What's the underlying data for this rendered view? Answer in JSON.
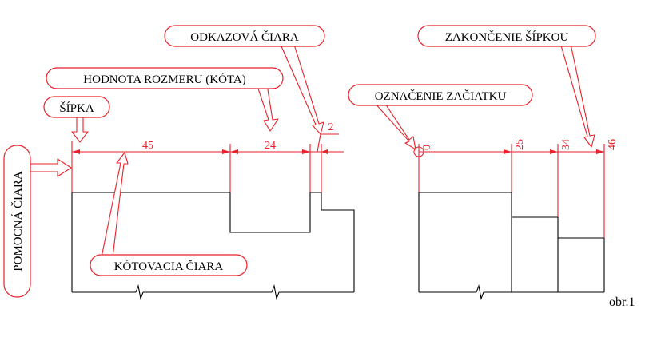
{
  "labels": {
    "odkazova": "ODKAZOVÁ ČIARA",
    "hodnota": "HODNOTA ROZMERU (KÓTA)",
    "sipka": "ŠÍPKA",
    "pomocna": "POMOCNÁ ČIARA",
    "kotovacia": "KÓTOVACIA ČIARA",
    "zakoncenie": "ZAKONČENIE ŠÍPKOU",
    "oznacenie": "OZNAČENIE ZAČIATKU"
  },
  "left_dimensions": [
    "45",
    "24",
    "2"
  ],
  "right_dimensions": [
    "0",
    "25",
    "34",
    "46"
  ],
  "figure_label": "obr.1",
  "colors": {
    "annotation": "#e8202a",
    "outline": "#000000"
  }
}
